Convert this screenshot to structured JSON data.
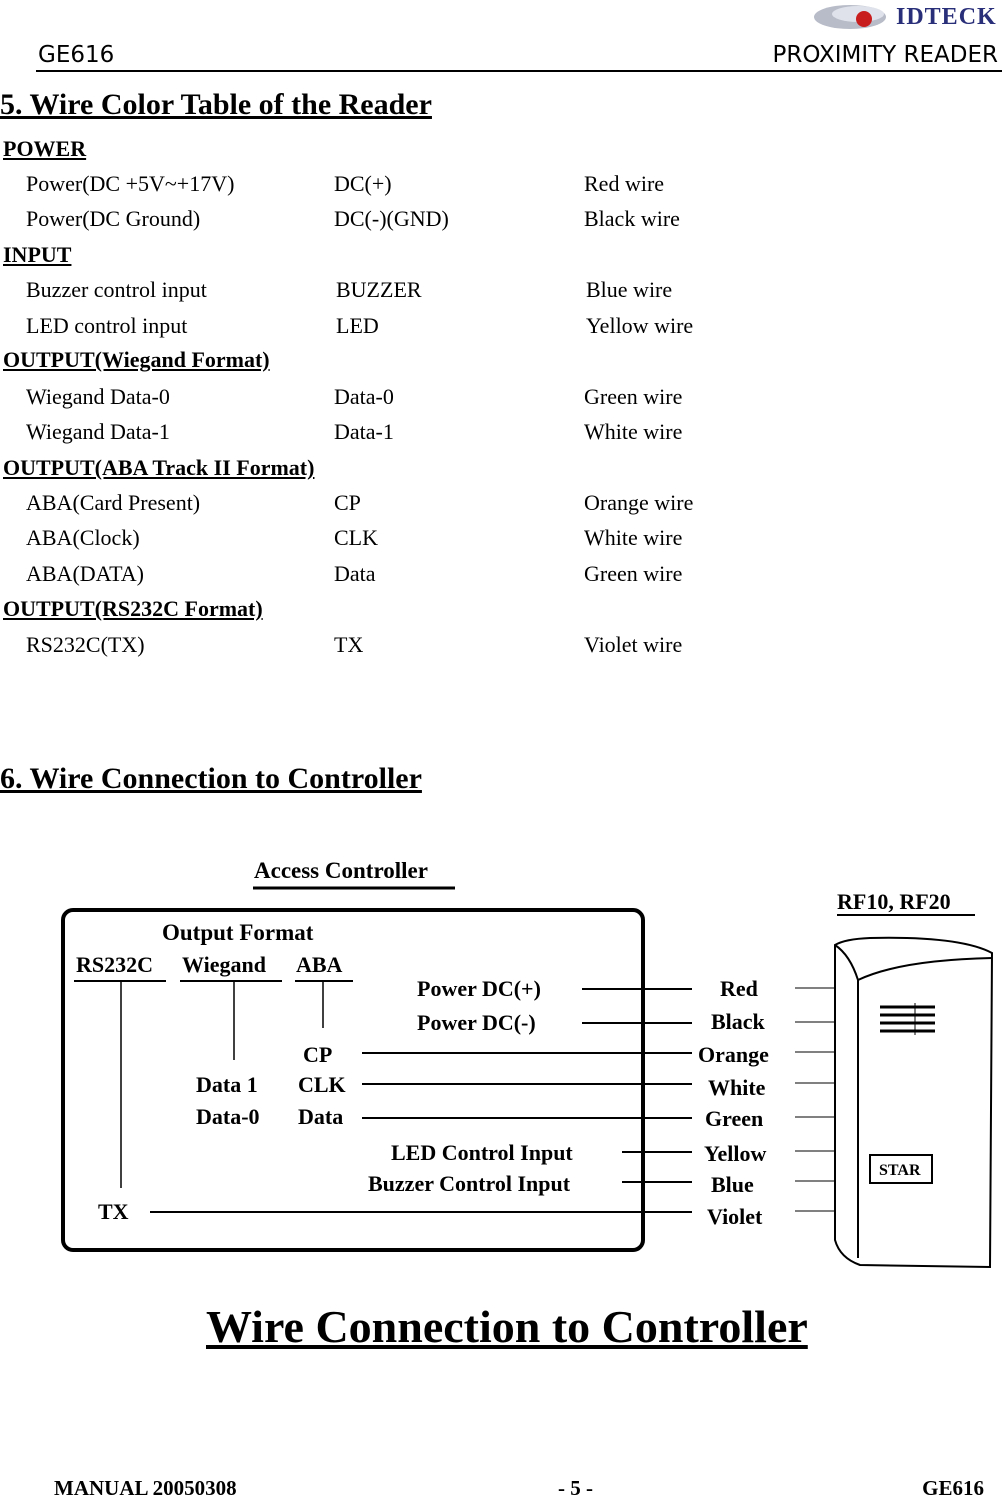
{
  "header": {
    "left": "GE616",
    "right": "PROXIMITY READER",
    "logo_text": "IDTECK"
  },
  "section5": {
    "title": "5. Wire Color Table of the Reader",
    "groups": [
      {
        "name": "POWER",
        "rows": [
          [
            "Power(DC +5V~+17V)",
            "DC(+)",
            "Red wire"
          ],
          [
            "Power(DC Ground)",
            "DC(-)(GND)",
            "Black wire"
          ]
        ]
      },
      {
        "name": "INPUT",
        "rows": [
          [
            "Buzzer control input",
            "BUZZER",
            "Blue wire"
          ],
          [
            "LED control input",
            "LED",
            "Yellow wire"
          ]
        ]
      },
      {
        "name": "OUTPUT(Wiegand Format)",
        "rows": [
          [
            "Wiegand Data-0",
            "Data-0",
            "Green wire"
          ],
          [
            "Wiegand Data-1",
            "Data-1",
            "White wire"
          ]
        ]
      },
      {
        "name": "OUTPUT(ABA Track II Format)",
        "rows": [
          [
            "ABA(Card Present)",
            "CP",
            "Orange wire"
          ],
          [
            "ABA(Clock)",
            "CLK",
            "White wire"
          ],
          [
            "ABA(DATA)",
            "Data",
            "Green wire"
          ]
        ]
      },
      {
        "name": "OUTPUT(RS232C Format)",
        "rows": [
          [
            "RS232C(TX)",
            "TX",
            "Violet wire"
          ]
        ]
      }
    ]
  },
  "section6": {
    "title": "6. Wire Connection to Controller"
  },
  "diagram": {
    "access_controller": "Access Controller",
    "reader_model": "RF10, RF20",
    "output_format": "Output Format",
    "rs232c": "RS232C",
    "wiegand": "Wiegand",
    "aba": "ABA",
    "power_plus": "Power DC(+)",
    "power_minus": "Power DC(-)",
    "cp": "CP",
    "clk": "CLK",
    "data": "Data",
    "data1": "Data 1",
    "data0": "Data-0",
    "led_input": "LED Control Input",
    "buzzer_input": "Buzzer Control Input",
    "tx": "TX",
    "wires": [
      "Red",
      "Black",
      "Orange",
      "White",
      "Green",
      "Yellow",
      "Blue",
      "Violet"
    ],
    "star": "STAR",
    "caption": "Wire Connection to Controller"
  },
  "footer": {
    "left": "MANUAL 20050308",
    "center": "- 5 -",
    "right": "GE616"
  }
}
